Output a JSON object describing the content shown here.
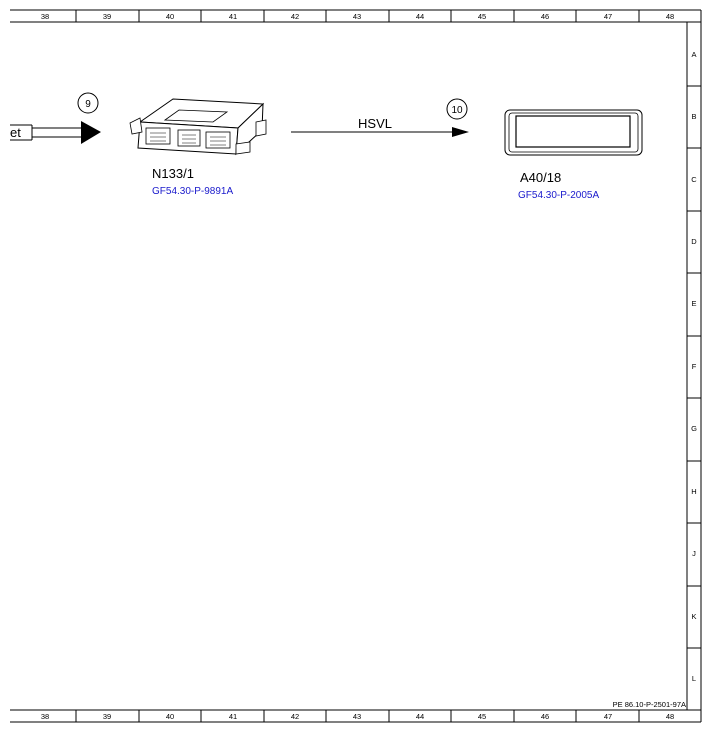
{
  "ruler": {
    "columns": [
      "38",
      "39",
      "40",
      "41",
      "42",
      "43",
      "44",
      "45",
      "46",
      "47",
      "48"
    ],
    "rows": [
      "A",
      "B",
      "C",
      "D",
      "E",
      "F",
      "G",
      "H",
      "J",
      "K",
      "L"
    ]
  },
  "incoming_wire": {
    "label_fragment": "et",
    "marker": "9"
  },
  "component_n133": {
    "designation": "N133/1",
    "reference": "GF54.30-P-9891A"
  },
  "signal": {
    "label": "HSVL",
    "marker": "10"
  },
  "component_a40": {
    "designation": "A40/18",
    "reference": "GF54.30-P-2005A"
  },
  "document_number": "PE 86.10-P-2501-97A",
  "colors": {
    "line": "#000000",
    "reference_link": "#1a1acc",
    "background": "#ffffff"
  }
}
